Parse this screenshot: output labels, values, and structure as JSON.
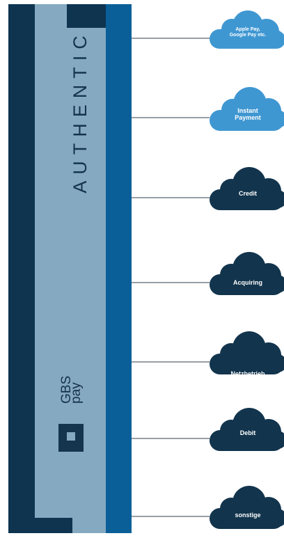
{
  "brand": {
    "vertical_title": "AUTHENTIC",
    "logo_top": "GBS",
    "logo_bottom": "pay"
  },
  "colors": {
    "dark_navy": "#0e3450",
    "mid_blue": "#0a5f98",
    "light_steel": "#85a9c0",
    "cloud_light": "#3f97d2",
    "cloud_dark": "#12344d",
    "line": "#2f3f4c"
  },
  "clouds": [
    {
      "label": "Apple Pay, Google Pay etc.",
      "style": "light"
    },
    {
      "label": "Instant Payment",
      "style": "light"
    },
    {
      "label": "Credit",
      "style": "dark"
    },
    {
      "label": "Acquiring",
      "style": "dark"
    },
    {
      "label": "Netzbetrieb",
      "style": "dark"
    },
    {
      "label": "Debit",
      "style": "dark"
    },
    {
      "label": "sonstige",
      "style": "dark"
    }
  ]
}
